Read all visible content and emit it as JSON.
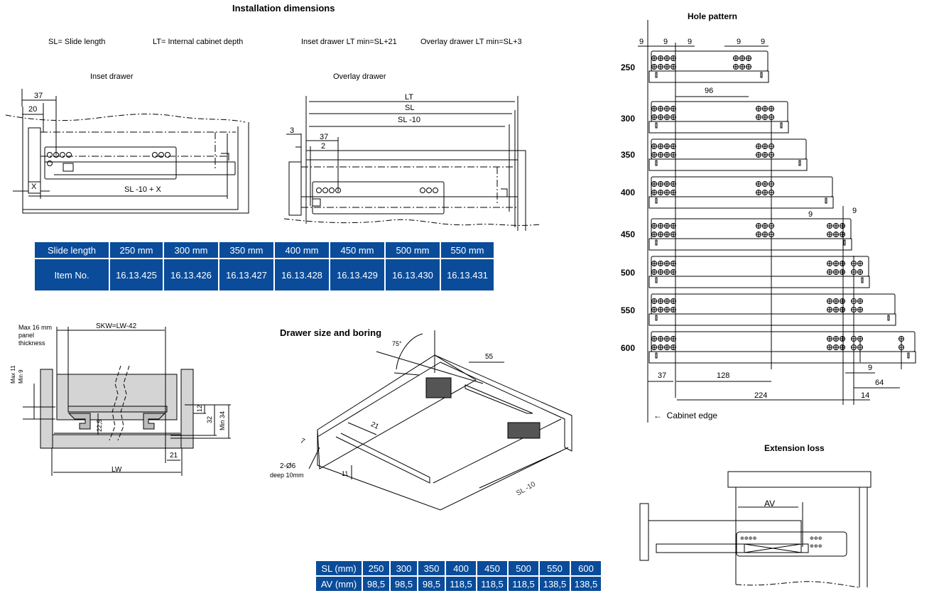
{
  "header": {
    "title": "Installation dimensions",
    "legend": [
      "SL= Slide length",
      "LT= Internal cabinet depth",
      "Inset drawer LT min=SL+21",
      "Overlay drawer LT min=SL+3"
    ]
  },
  "inset_drawer": {
    "title": "Inset drawer",
    "dims": {
      "d37": "37",
      "d20": "20",
      "x": "X",
      "sl": "SL -10 + X"
    }
  },
  "overlay_drawer": {
    "title": "Overlay drawer",
    "dims": {
      "lt": "LT",
      "sl": "SL",
      "sl10": "SL -10",
      "d3": "3",
      "d37": "37",
      "d2": "2"
    }
  },
  "item_table": {
    "header_label": "Slide length",
    "row_label": "Item No.",
    "sizes": [
      "250 mm",
      "300 mm",
      "350 mm",
      "400 mm",
      "450 mm",
      "500 mm",
      "550 mm"
    ],
    "items": [
      "16.13.425",
      "16.13.426",
      "16.13.427",
      "16.13.428",
      "16.13.429",
      "16.13.430",
      "16.13.431"
    ]
  },
  "cross_section": {
    "panel_note": [
      "Max 16 mm",
      "panel",
      "thickness"
    ],
    "skw": "SKW=LW-42",
    "max11": "Max 11",
    "min9": "Min 9",
    "d22": "22,5",
    "d12": "12",
    "d32": "32",
    "min34": "Min 34",
    "d21": "21",
    "lw": "LW"
  },
  "boring": {
    "title": "Drawer size and boring",
    "angle": "75°",
    "d55": "55",
    "d21": "21",
    "d7": "7",
    "holes": "2-Ø6",
    "deep": "deep 10mm",
    "d11": "11",
    "sl10": "SL -10"
  },
  "hole_pattern": {
    "title": "Hole pattern",
    "top_dims": [
      "9",
      "9",
      "9",
      "9",
      "9"
    ],
    "sizes": [
      "250",
      "300",
      "350",
      "400",
      "450",
      "500",
      "550",
      "600"
    ],
    "d96": "96",
    "mid_dims": [
      "9",
      "9"
    ],
    "bottom_dims": {
      "d37": "37",
      "d128": "128",
      "d224": "224",
      "d9": "9",
      "d64": "64",
      "d14": "14"
    },
    "cabinet_edge": "Cabinet edge"
  },
  "extension_loss": {
    "title": "Extension loss",
    "av": "AV"
  },
  "av_table": {
    "sl_label": "SL (mm)",
    "av_label": "AV (mm)",
    "sl": [
      "250",
      "300",
      "350",
      "400",
      "450",
      "500",
      "550",
      "600"
    ],
    "av": [
      "98,5",
      "98,5",
      "98,5",
      "118,5",
      "118,5",
      "118,5",
      "138,5",
      "138,5"
    ]
  }
}
